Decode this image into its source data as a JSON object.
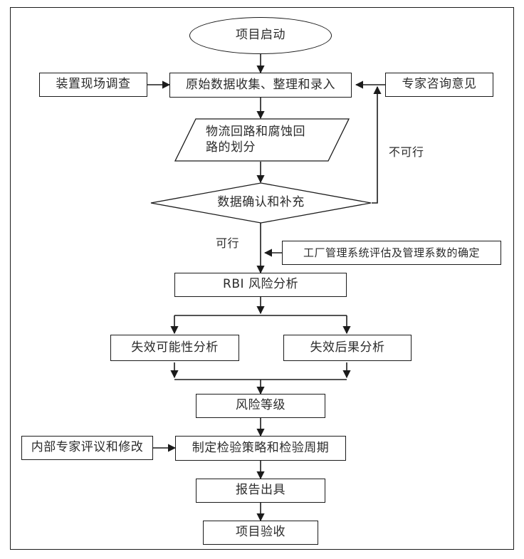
{
  "diagram": {
    "title_text": "项目启动",
    "nodes": [
      {
        "id": "start",
        "label": "项目启动",
        "shape": "ellipse"
      },
      {
        "id": "site-survey",
        "label": "装置现场调查",
        "shape": "rect"
      },
      {
        "id": "data-collect",
        "label": "原始数据收集、整理和录入",
        "shape": "rect"
      },
      {
        "id": "expert-advice",
        "label": "专家咨询意见",
        "shape": "rect"
      },
      {
        "id": "loop-division",
        "label": "物流回路和腐蚀回\n路的划分",
        "shape": "parallelogram"
      },
      {
        "id": "data-confirm",
        "label": "数据确认和补充",
        "shape": "diamond"
      },
      {
        "id": "plant-mgmt",
        "label": "工厂管理系统评估及管理系数的确定",
        "shape": "rect"
      },
      {
        "id": "rbi-analysis",
        "label": "RBI 风险分析",
        "shape": "rect"
      },
      {
        "id": "pof-analysis",
        "label": "失效可能性分析",
        "shape": "rect"
      },
      {
        "id": "cof-analysis",
        "label": "失效后果分析",
        "shape": "rect"
      },
      {
        "id": "risk-level",
        "label": "风险等级",
        "shape": "rect"
      },
      {
        "id": "internal-review",
        "label": "内部专家评议和修改",
        "shape": "rect"
      },
      {
        "id": "inspect-plan",
        "label": "制定检验策略和检验周期",
        "shape": "rect"
      },
      {
        "id": "report",
        "label": "报告出具",
        "shape": "rect"
      },
      {
        "id": "acceptance",
        "label": "项目验收",
        "shape": "rect"
      }
    ],
    "edge_labels": [
      {
        "id": "feasible",
        "label": "可行"
      },
      {
        "id": "not-feasible",
        "label": "不可行"
      }
    ],
    "colors": {
      "line": "#1b1b1b",
      "text": "#2b2b2b",
      "background": "#ffffff"
    }
  }
}
